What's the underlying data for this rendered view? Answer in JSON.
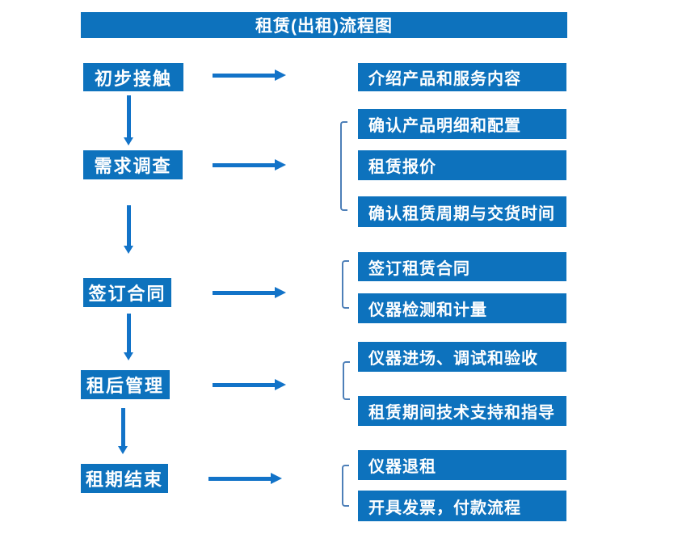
{
  "title": "租赁(出租)流程图",
  "colors": {
    "box_blue": "#0d72bd",
    "arrow_blue": "#1273c8",
    "bracket_blue": "#4d7fb8",
    "text_color": "#ffffff"
  },
  "stages": [
    {
      "label": "初步接触",
      "outputs": [
        "介绍产品和服务内容"
      ]
    },
    {
      "label": "需求调查",
      "outputs": [
        "确认产品明细和配置",
        "租赁报价",
        "确认租赁周期与交货时间"
      ]
    },
    {
      "label": "签订合同",
      "outputs": [
        "签订租赁合同",
        "仪器检测和计量"
      ]
    },
    {
      "label": "租后管理",
      "outputs": [
        "仪器进场、调试和验收",
        "租赁期间技术支持和指导"
      ]
    },
    {
      "label": "租期结束",
      "outputs": [
        "仪器退租",
        "开具发票，付款流程"
      ]
    }
  ]
}
